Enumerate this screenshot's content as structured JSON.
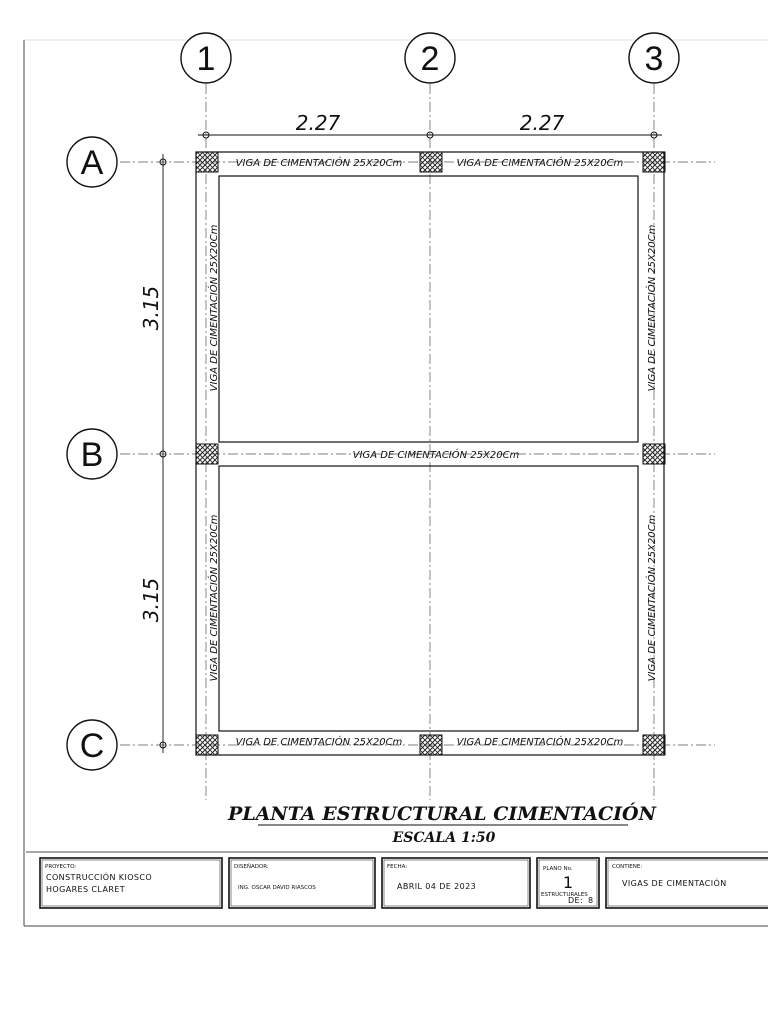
{
  "grid": {
    "axes_numbers": [
      "1",
      "2",
      "3"
    ],
    "axes_letters": [
      "A",
      "B",
      "C"
    ],
    "dim_x": [
      "2.27",
      "2.27"
    ],
    "dim_y": [
      "3.15",
      "3.15"
    ]
  },
  "beams": {
    "label": "VIGA DE CIMENTACIÓN 25X20Cm"
  },
  "title": {
    "main": "PLANTA ESTRUCTURAL CIMENTACIÓN",
    "scale": "ESCALA 1:50"
  },
  "title_block": {
    "proyecto_label": "PROYECTO:",
    "proyecto_line1": "CONSTRUCCIÓN KIOSCO",
    "proyecto_line2": "HOGARES CLARET",
    "disenador_label": "DISEÑADOR:",
    "disenador_value": "ING. OSCAR DAVID RIASCOS",
    "fecha_label": "FECHA:",
    "fecha_value": "ABRIL 04 DE 2023",
    "plano_label": "PLANO No.",
    "plano_value": "1",
    "estructurales_label": "ESTRUCTURALES",
    "de_label": "DE:",
    "de_value": "8",
    "contiene_label": "CONTIENE:",
    "contiene_value": "VIGAS DE CIMENTACIÓN"
  }
}
